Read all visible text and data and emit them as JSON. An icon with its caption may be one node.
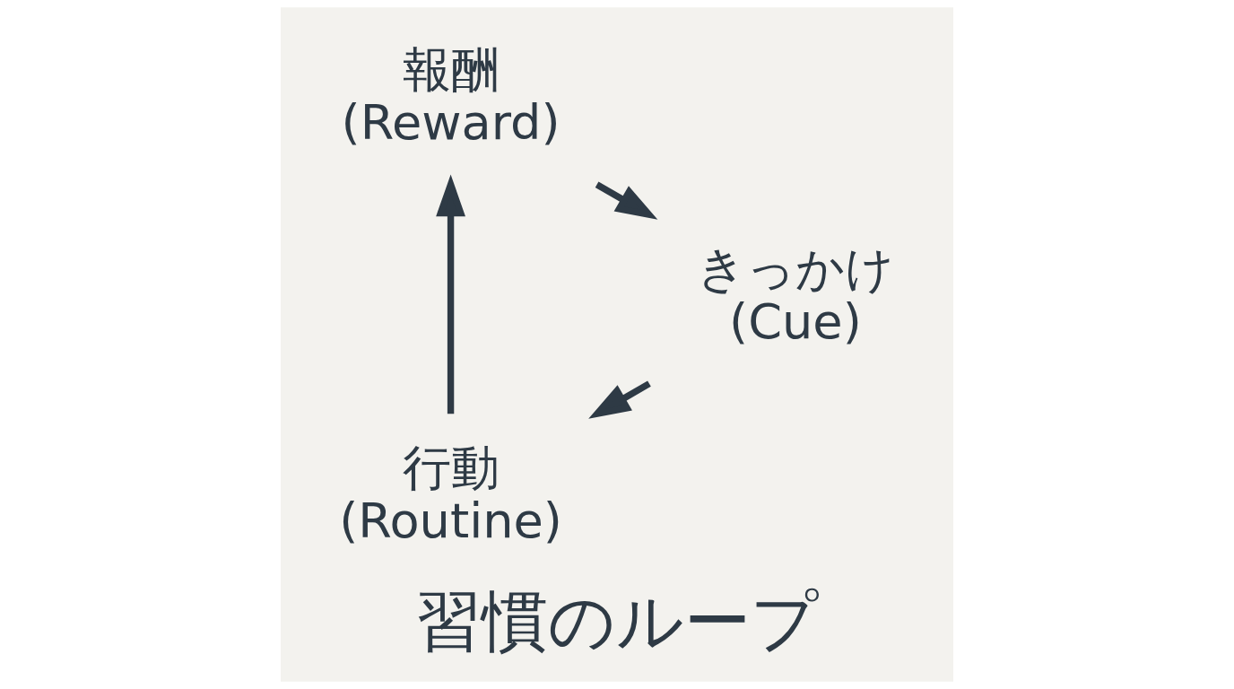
{
  "diagram": {
    "title": "習慣のループ",
    "nodes": [
      {
        "text": [
          "行動",
          "(Routine)"
        ]
      },
      {
        "text": [
          "報酬",
          "(Reward)"
        ]
      },
      {
        "text": [
          "きっかけ",
          "(Cue)"
        ]
      }
    ],
    "edges": [
      {
        "from": 2,
        "to": 0,
        "arrow": "to"
      },
      {
        "from": 0,
        "to": 1,
        "arrow": "to"
      },
      {
        "from": 1,
        "to": 2,
        "arrow": "to"
      }
    ]
  }
}
